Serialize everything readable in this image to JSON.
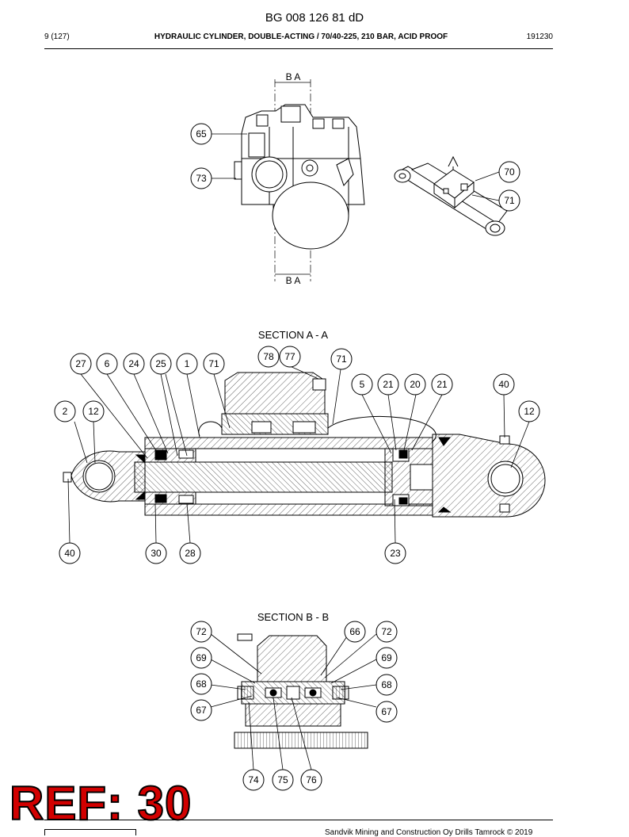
{
  "document": {
    "code": "BG 008 126 81 dD",
    "page": "9 (127)",
    "title": "HYDRAULIC CYLINDER, DOUBLE-ACTING / 70/40-225, 210 BAR, ACID PROOF",
    "doc_number": "191230",
    "footer": "Sandvik Mining and Construction Oy Drills Tamrock © 2019",
    "ref_stamp": "REF: 30"
  },
  "views": {
    "top": {
      "section_top": "B A",
      "section_bottom": "B A",
      "callouts": [
        "65",
        "73"
      ]
    },
    "iso": {
      "callouts": [
        "70",
        "71"
      ]
    },
    "section_aa": {
      "title": "SECTION A - A",
      "callouts": [
        "27",
        "6",
        "24",
        "25",
        "1",
        "71",
        "78",
        "77",
        "71",
        "5",
        "21",
        "20",
        "21",
        "40",
        "2",
        "12",
        "12",
        "40",
        "30",
        "28",
        "23"
      ]
    },
    "section_bb": {
      "title": "SECTION B - B",
      "callouts": [
        "72",
        "66",
        "72",
        "69",
        "69",
        "68",
        "68",
        "67",
        "67",
        "74",
        "75",
        "76"
      ]
    }
  },
  "colors": {
    "ref_fill": "#d20000",
    "ref_outline": "#000000",
    "line": "#000000"
  }
}
